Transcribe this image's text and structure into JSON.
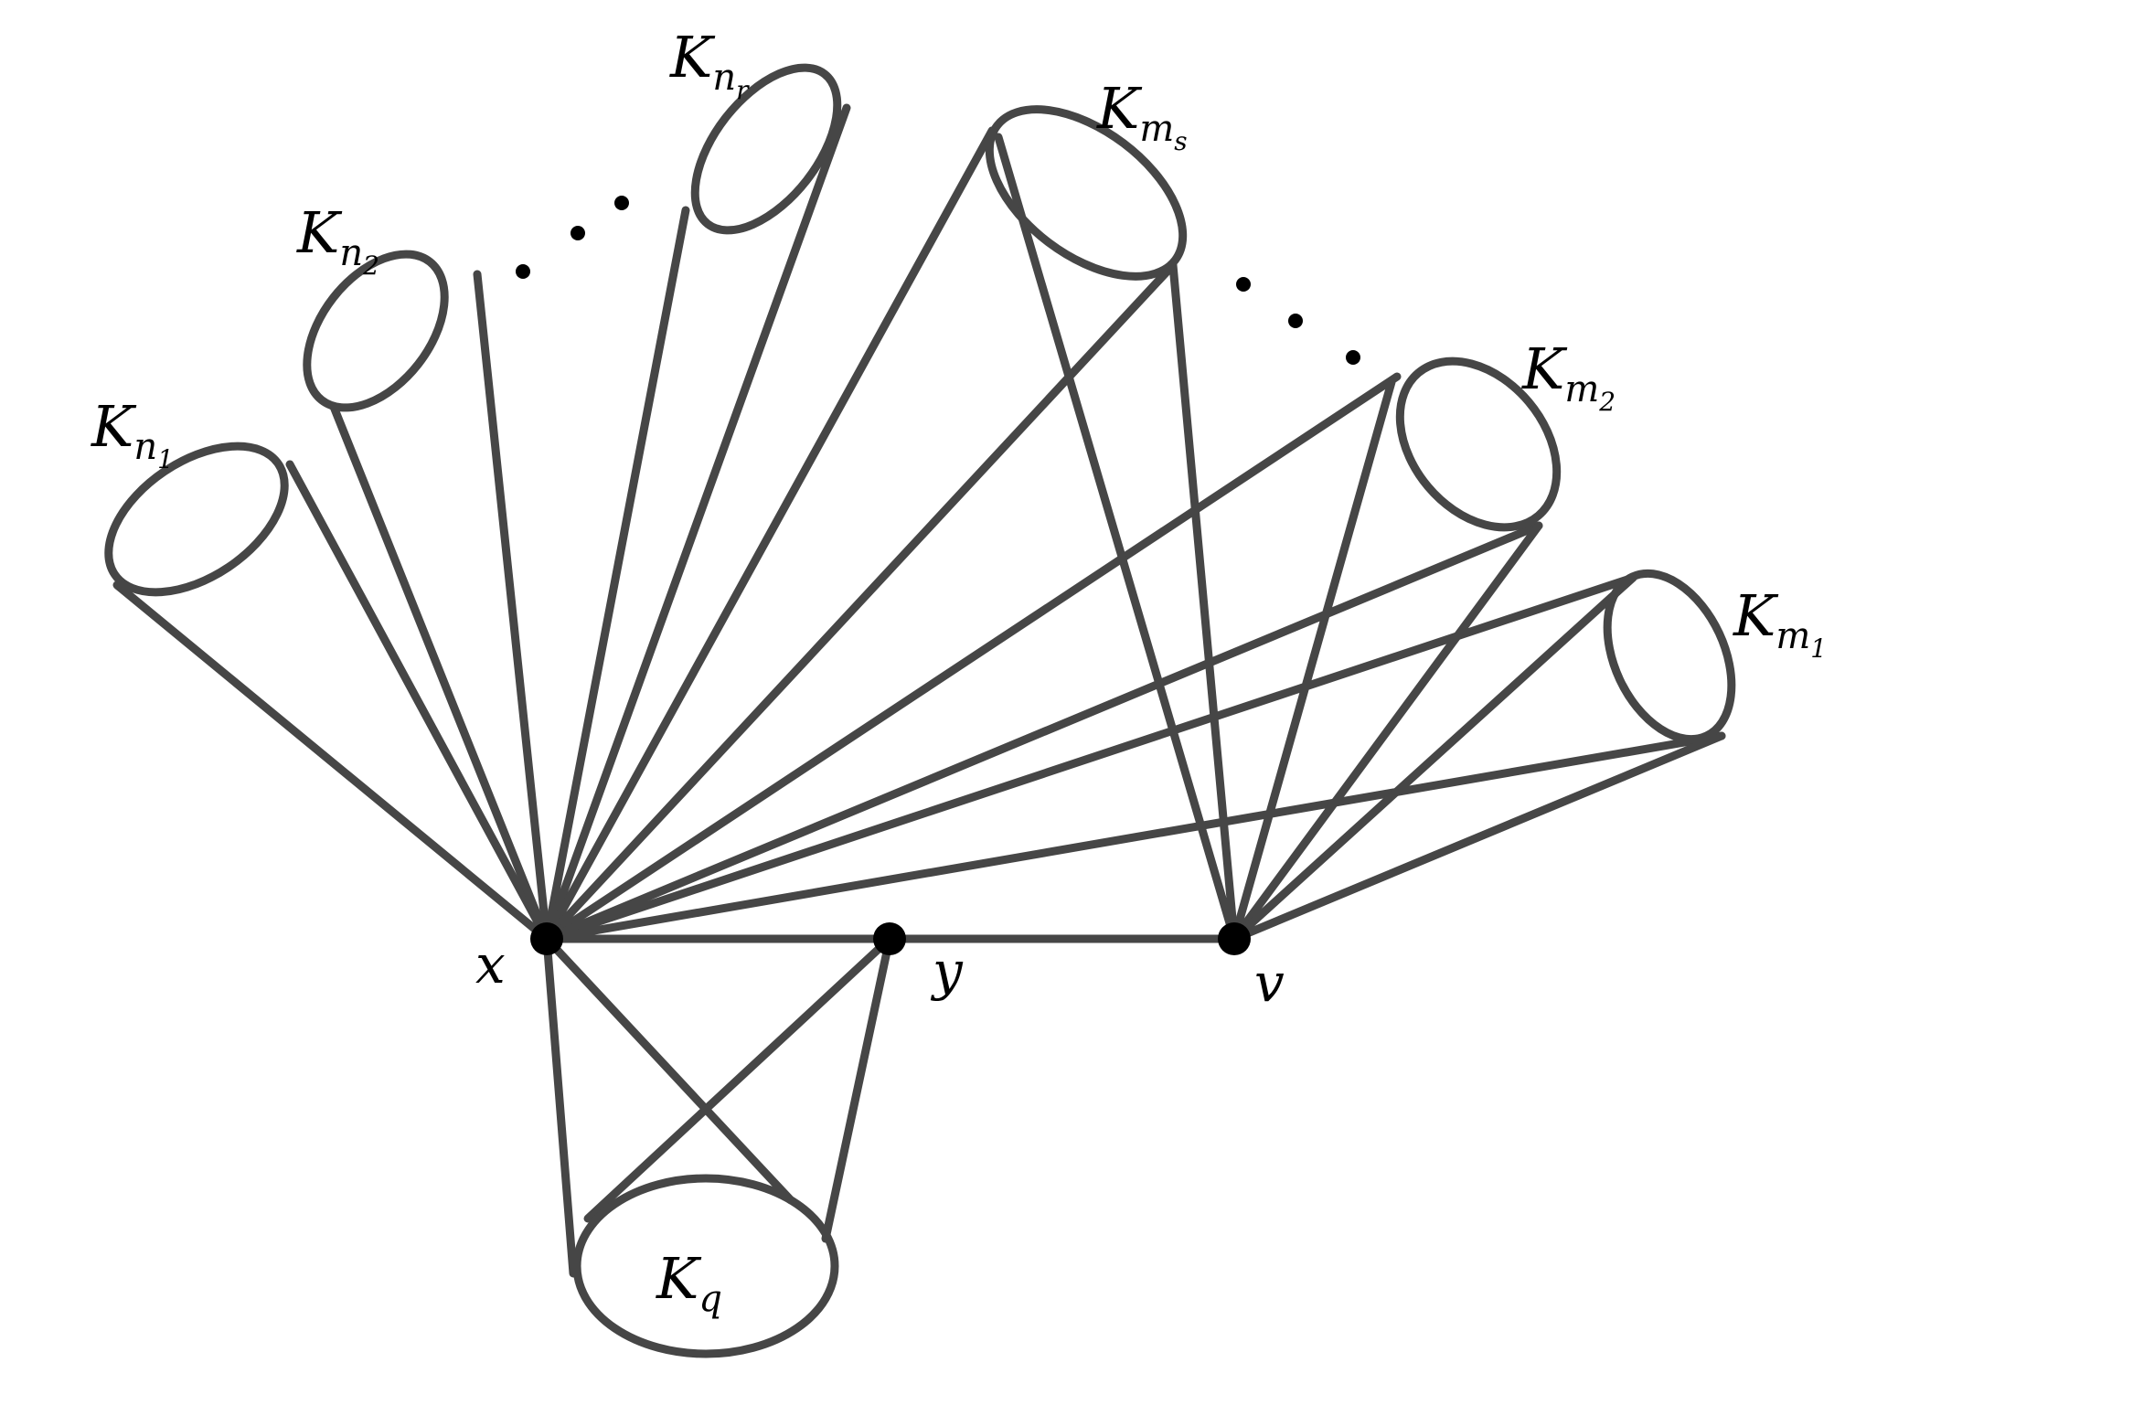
{
  "diagram": {
    "vertices": {
      "x": "x",
      "y": "y",
      "v": "v"
    },
    "cliques": {
      "n1": {
        "base": "K",
        "sub": "n",
        "subsub": "1"
      },
      "n2": {
        "base": "K",
        "sub": "n",
        "subsub": "2"
      },
      "nr": {
        "base": "K",
        "sub": "n",
        "subsub": "r"
      },
      "ms": {
        "base": "K",
        "sub": "m",
        "subsub": "s"
      },
      "m2": {
        "base": "K",
        "sub": "m",
        "subsub": "2"
      },
      "m1": {
        "base": "K",
        "sub": "m",
        "subsub": "1"
      },
      "q": {
        "base": "K",
        "sub": "q"
      }
    },
    "colors": {
      "line": "#464646",
      "vertex": "#000000"
    }
  }
}
